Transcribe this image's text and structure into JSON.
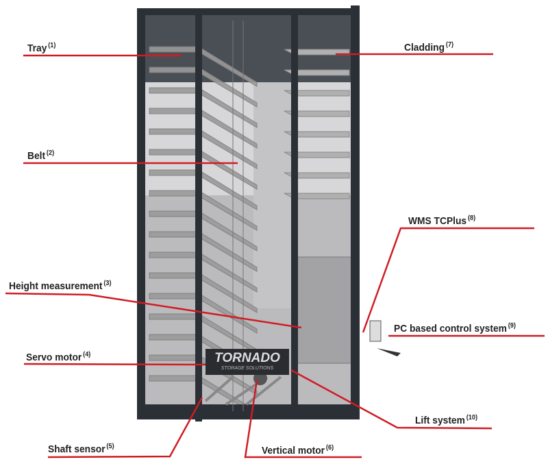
{
  "labels": [
    {
      "id": "tray",
      "text": "Tray",
      "num": "(1)"
    },
    {
      "id": "belt",
      "text": "Belt",
      "num": "(2)"
    },
    {
      "id": "height",
      "text": "Height measurement",
      "num": "(3)"
    },
    {
      "id": "servo",
      "text": "Servo motor",
      "num": "(4)"
    },
    {
      "id": "shaft",
      "text": "Shaft sensor",
      "num": "(5)"
    },
    {
      "id": "vmotor",
      "text": "Vertical motor",
      "num": "(6)"
    },
    {
      "id": "cladding",
      "text": "Cladding",
      "num": "(7)"
    },
    {
      "id": "wms",
      "text": "WMS TCPlus",
      "num": "(8)"
    },
    {
      "id": "pc",
      "text": "PC based control system",
      "num": "(9)"
    },
    {
      "id": "lift",
      "text": "Lift system",
      "num": "(10)"
    }
  ],
  "logo": {
    "brand": "TORNADO",
    "tagline": "STORAGE SOLUTIONS"
  },
  "colors": {
    "leader": "#d01c24",
    "frame": "#2b2f36",
    "tray": "#9a9a9a",
    "cladding": "#c9c9cb"
  }
}
